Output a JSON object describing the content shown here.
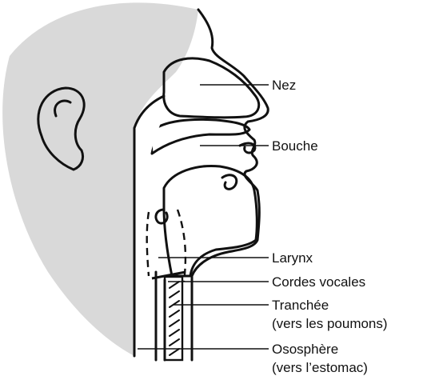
{
  "colors": {
    "tissue": "#d9d9d9",
    "line": "#111111",
    "background": "#ffffff"
  },
  "labels": {
    "nez": "Nez",
    "bouche": "Bouche",
    "larynx": "Larynx",
    "cordes": "Cordes vocales",
    "tranchee_1": "Tranchée",
    "tranchee_2": "(vers les poumons)",
    "oso_1": "Ososphère",
    "oso_2": "(vers l’estomac)"
  }
}
